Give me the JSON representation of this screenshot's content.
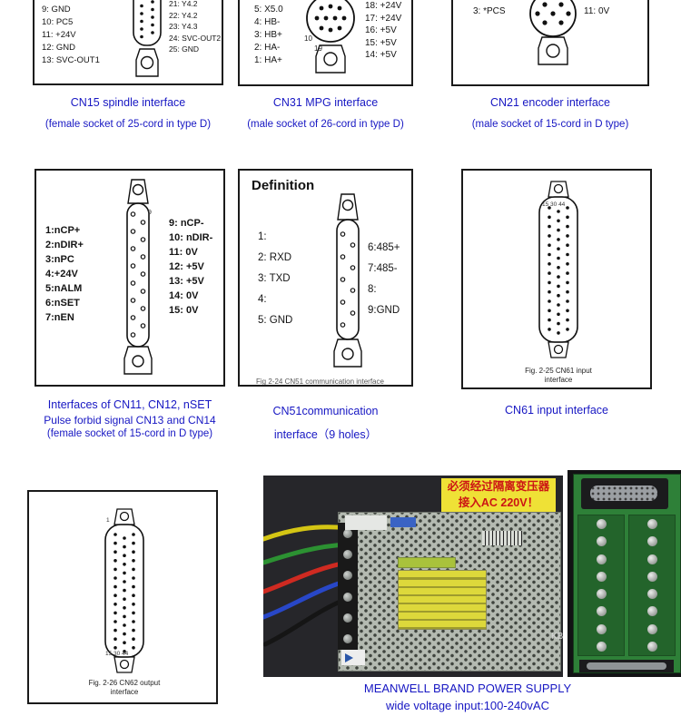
{
  "accent": "#1717c3",
  "top_row": {
    "cn15": {
      "left_pins": [
        "9: GND",
        "10: PC5",
        "11: +24V",
        "12: GND",
        "13: SVC-OUT1"
      ],
      "right_pins": [
        "21: Y4.2",
        "22: Y4.2",
        "23: Y4.3",
        "24: SVC-OUT2",
        "25: GND"
      ],
      "caption": "CN15 spindle interface",
      "subcaption": "(female socket of 25-cord in type D)"
    },
    "cn31": {
      "left_pins": [
        "5: X5.0",
        "4: HB-",
        "3: HB+",
        "2: HA-",
        "1: HA+"
      ],
      "right_pins": [
        "18: +24V",
        "17: +24V",
        "16: +5V",
        "15: +5V",
        "14: +5V"
      ],
      "connector_label_10": "10",
      "connector_label_19": "19",
      "caption": "CN31 MPG interface",
      "subcaption": "(male socket of 26-cord in type D)"
    },
    "cn21": {
      "left_pins": [
        "3: *PCS"
      ],
      "right_pins": [
        "11: 0V"
      ],
      "caption": "CN21 encoder interface",
      "subcaption": "(male socket of 15-cord in D type)"
    }
  },
  "mid_row": {
    "cn11": {
      "left_pins": [
        "1:nCP+",
        "2:nDIR+",
        "3:nPC",
        "4:+24V",
        "5:nALM",
        "6:nSET",
        "7:nEN"
      ],
      "right_pins": [
        "9: nCP-",
        "10: nDIR-",
        "11: 0V",
        "12: +5V",
        "13: +5V",
        "14: 0V",
        "15: 0V"
      ],
      "connector_label_9": "9",
      "captions": [
        "Interfaces of CN11, CN12, nSET",
        "Pulse forbid signal CN13 and CN14",
        "(female socket of 15-cord in D type)"
      ]
    },
    "cn51": {
      "title": "Definition",
      "left_pins": [
        "1:",
        "2: RXD",
        "3: TXD",
        "4:",
        "5: GND"
      ],
      "right_pins": [
        "6:485+",
        "7:485-",
        "8:",
        "9:GND"
      ],
      "fig_caption": "Fig 2-24 CN51 communication interface",
      "captions": [
        "CN51communication",
        "interface（9 holes）"
      ]
    },
    "cn61": {
      "connector_numbers": "15 30 44",
      "fig_caption": [
        "Fig. 2-25 CN61 input",
        "interface"
      ],
      "caption": "CN61 input interface"
    }
  },
  "bottom_row": {
    "cn62": {
      "connector_number_top": "1",
      "connector_numbers_bottom": "15 30 44",
      "fig_caption": [
        "Fig. 2-26 CN62 output",
        "interface"
      ]
    },
    "psu_photo": {
      "warning": [
        "必须经过隔离变压器",
        "接入AC 220V！"
      ],
      "corner_label": "KB",
      "captions": [
        "MEANWELL BRAND POWER SUPPLY",
        "wide voltage input:100-240vAC"
      ]
    }
  }
}
